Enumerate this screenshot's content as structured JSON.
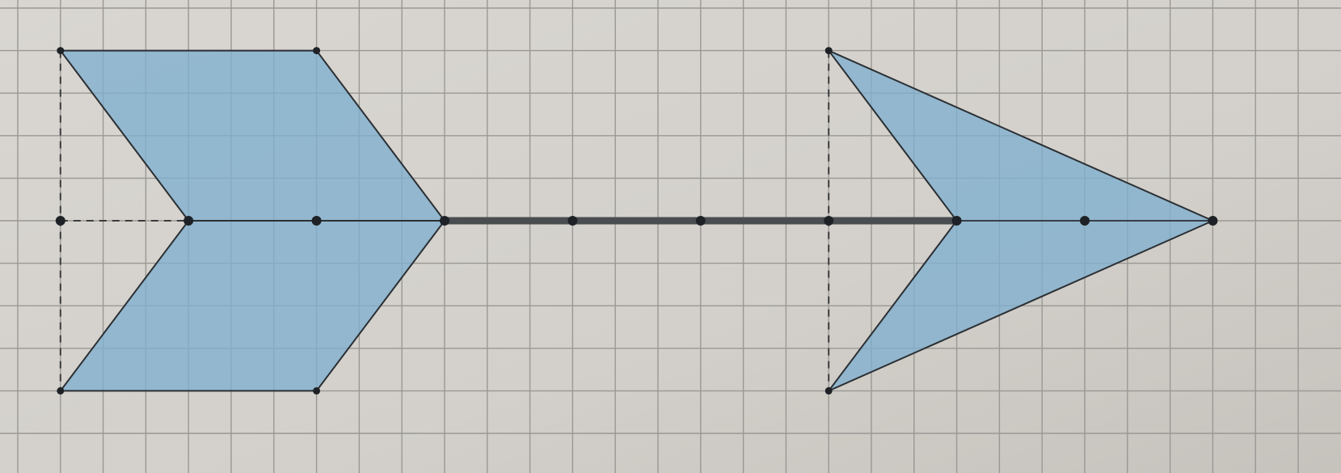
{
  "colors": {
    "paper": "#d6d3ce",
    "paper_dark": "#c4c0ba",
    "grid_line": "#9a9894",
    "fill": "#7fb0cf",
    "outline": "#2b2f33",
    "shaft": "#4a4d50",
    "dashed": "#3a3c3e",
    "point": "#1e2226"
  },
  "figure": {
    "description_free": true,
    "grid": {
      "cols": 29,
      "rows": 10,
      "unit": "square"
    },
    "fletching": {
      "upper_polygon": [
        [
          1,
          1
        ],
        [
          7,
          1
        ],
        [
          10,
          5
        ],
        [
          4,
          5
        ]
      ],
      "lower_polygon": [
        [
          4,
          5
        ],
        [
          10,
          5
        ],
        [
          7,
          9
        ],
        [
          1,
          9
        ]
      ],
      "dashed_guides": [
        [
          [
            1,
            1
          ],
          [
            1,
            9
          ]
        ],
        [
          [
            1,
            5
          ],
          [
            4,
            5
          ]
        ]
      ],
      "vertex_points": [
        [
          1,
          1
        ],
        [
          7,
          1
        ],
        [
          1,
          9
        ],
        [
          7,
          9
        ]
      ]
    },
    "arrowhead": {
      "polygon": [
        [
          19,
          1
        ],
        [
          28,
          5
        ],
        [
          19,
          9
        ],
        [
          22,
          5
        ]
      ],
      "dashed_guides": [
        [
          [
            19,
            1
          ],
          [
            19,
            9
          ]
        ]
      ],
      "vertex_points": [
        [
          19,
          1
        ],
        [
          19,
          9
        ]
      ]
    },
    "shaft": {
      "from": [
        10,
        5
      ],
      "to": [
        22,
        5
      ]
    },
    "axis_points": [
      [
        1,
        5
      ],
      [
        4,
        5
      ],
      [
        7,
        5
      ],
      [
        10,
        5
      ],
      [
        13,
        5
      ],
      [
        16,
        5
      ],
      [
        19,
        5
      ],
      [
        22,
        5
      ],
      [
        25,
        5
      ],
      [
        28,
        5
      ]
    ]
  }
}
